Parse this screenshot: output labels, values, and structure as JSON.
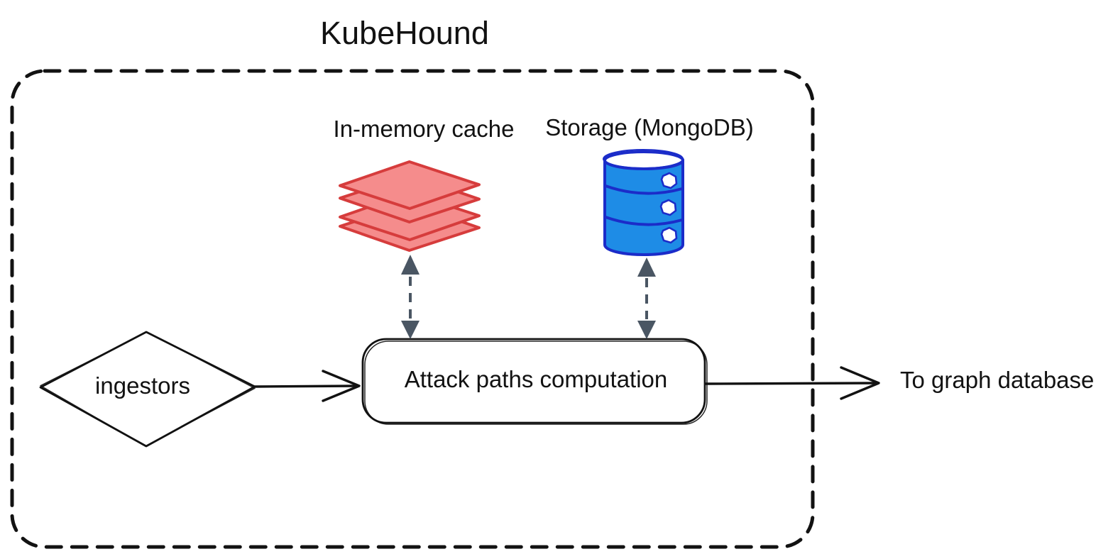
{
  "title": "KubeHound",
  "nodes": {
    "cache": {
      "label": "In-memory cache",
      "icon": "layer-stack-icon"
    },
    "storage": {
      "label": "Storage (MongoDB)",
      "icon": "database-cylinder-icon"
    },
    "ingestors": {
      "label": "ingestors",
      "shape": "diamond"
    },
    "computation": {
      "label": "Attack paths computation",
      "shape": "rounded-rectangle"
    }
  },
  "external": {
    "output_label": "To graph database"
  },
  "edges": [
    {
      "from": "ingestors",
      "to": "computation",
      "style": "solid-open-arrow"
    },
    {
      "from": "computation",
      "to": "cache",
      "style": "dashed-double-arrow"
    },
    {
      "from": "computation",
      "to": "storage",
      "style": "dashed-double-arrow"
    },
    {
      "from": "computation",
      "to": "graph-database",
      "style": "solid-open-arrow"
    }
  ],
  "colors": {
    "line": "#121212",
    "cache_fill": "#F58C8C",
    "cache_stroke": "#D63C3C",
    "storage_fill": "#1E8CE6",
    "storage_stroke": "#1B2CC9",
    "arrow_dashed": "#4A5663",
    "bg": "#FFFFFF"
  }
}
